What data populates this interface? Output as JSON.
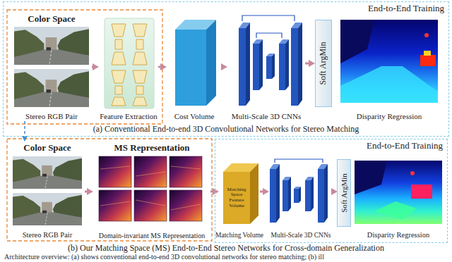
{
  "diagram": {
    "caption": "Architecture overview: (a) shows conventional end-to-end 3D convolutional networks for stereo matching; (b) ill",
    "nodes": [
      {
        "text": [
          "End-to-End Training"
        ]
      },
      {
        "text": [
          "Color Space",
          "Stereo RGB Pair"
        ],
        "in": 0
      },
      {
        "text": [
          "Feature Extraction"
        ],
        "in": 0
      },
      {
        "text": [
          "Cost Volume"
        ],
        "in": 0
      },
      {
        "text": [
          "Multi-Scale 3D CNNs"
        ],
        "in": 0
      },
      {
        "text": [
          "Soft ArgMin"
        ],
        "in": 0
      },
      {
        "text": [
          "Disparity Regression"
        ],
        "in": 0
      },
      {
        "text": [
          "Color Space",
          "Stereo RGB Pair"
        ]
      },
      {
        "text": [
          "MS Representation",
          "Domain-invariant MS Representation"
        ]
      },
      {
        "text": [
          "End-to-End Training"
        ]
      },
      {
        "text": [
          "Matching Space Feature Volume",
          "Matching Volume"
        ],
        "in": 9
      },
      {
        "text": [
          "Multi-Scale 3D CNNs"
        ],
        "in": 9
      },
      {
        "text": [
          "Soft ArgMin"
        ],
        "in": 9
      },
      {
        "text": [
          "Disparity Regression"
        ],
        "in": 9
      }
    ],
    "edges": [
      {
        "from": 1,
        "to": 2,
        "arrow": "to"
      },
      {
        "from": 2,
        "to": 3,
        "arrow": "to"
      },
      {
        "from": 3,
        "to": 4,
        "arrow": "to"
      },
      {
        "from": 4,
        "to": 5,
        "arrow": "to"
      },
      {
        "from": 1,
        "to": 7,
        "arrow": "to"
      },
      {
        "from": 7,
        "to": 8,
        "arrow": "to"
      },
      {
        "from": 8,
        "to": 10,
        "arrow": "to"
      },
      {
        "from": 10,
        "to": 11,
        "arrow": "to"
      },
      {
        "from": 11,
        "to": 12,
        "arrow": "to"
      }
    ],
    "labels": [
      "(a) Conventional End-to-end 3D Convolutional Networks for Stereo Matching",
      "(b) Our Matching Space (MS) End-to-End Stereo Networks for Cross-domain Generalization"
    ]
  }
}
